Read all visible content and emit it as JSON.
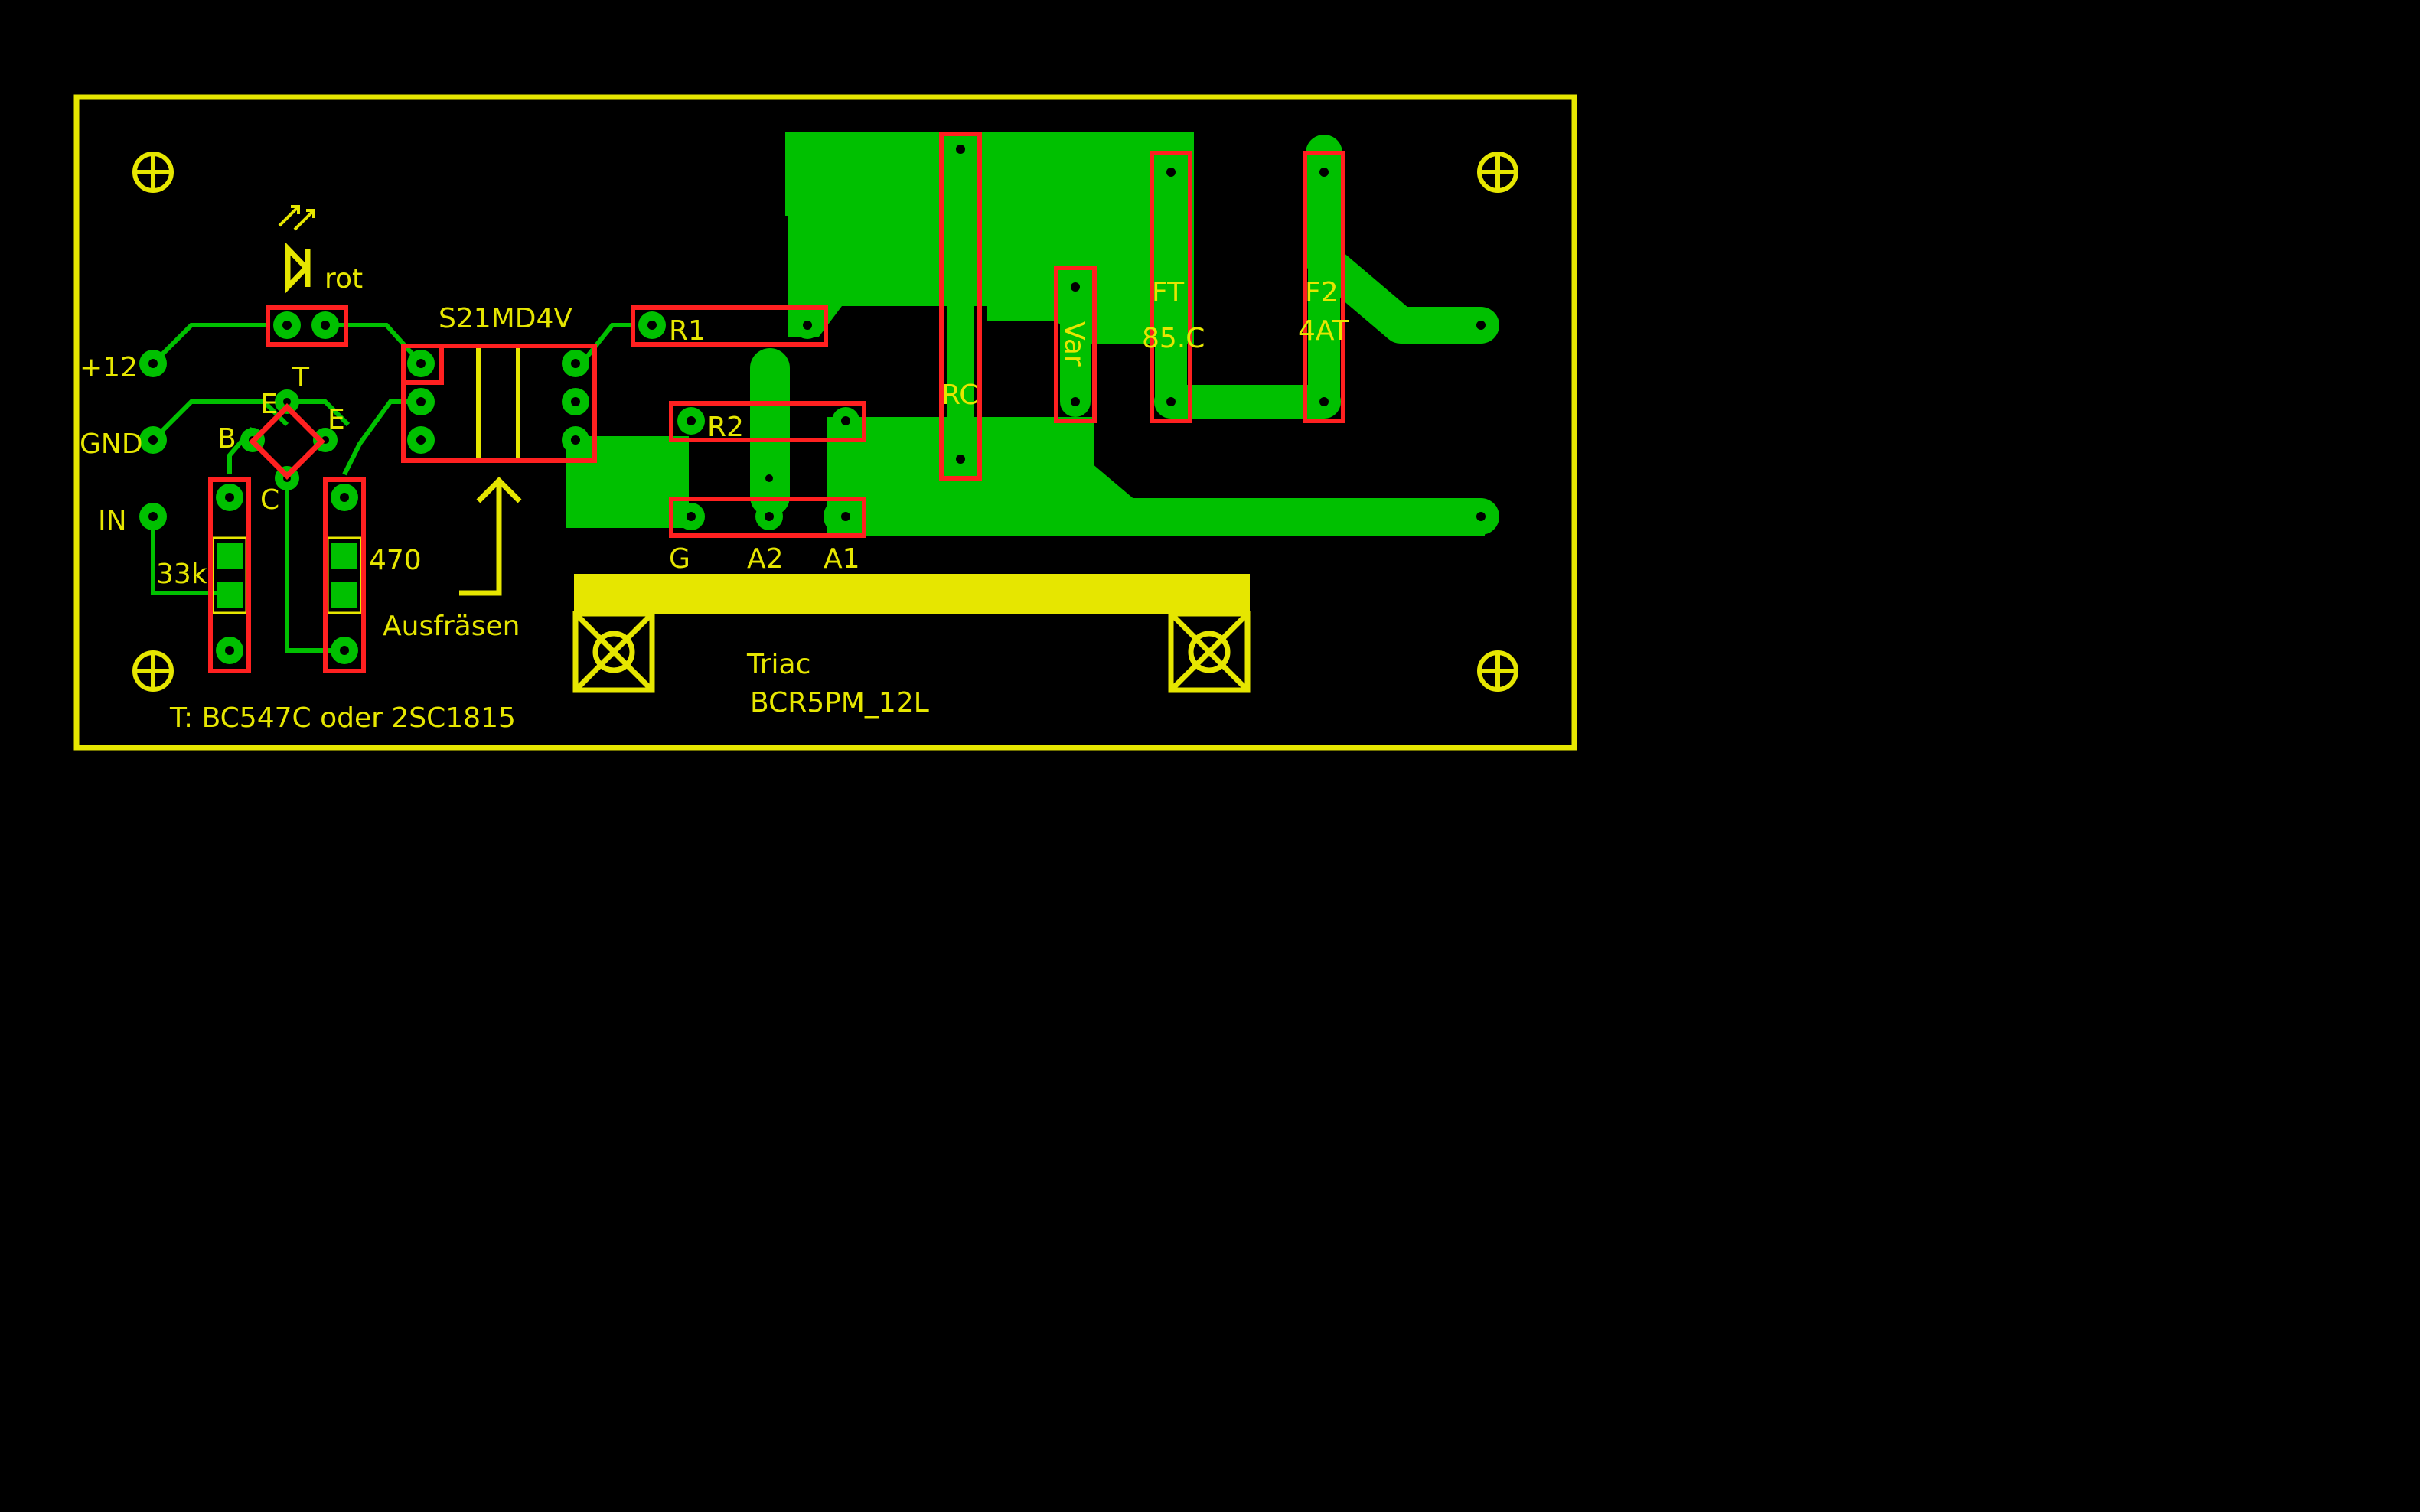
{
  "colors": {
    "background": "#000000",
    "copper": "#00c000",
    "silkscreen": "#e6e600",
    "keepout": "#ff2020"
  },
  "labels": {
    "led_name": "rot",
    "optocoupler": "S21MD4V",
    "transistor_ref": "T",
    "transistor_pin_e_left": "E",
    "transistor_pin_e_right": "E",
    "transistor_pin_b": "B",
    "transistor_pin_c": "C",
    "power_plus": "+12",
    "ground": "GND",
    "input": "IN",
    "resistor_33k": "33k",
    "resistor_470": "470",
    "mill_note": "Ausfräsen",
    "transistor_note": "T: BC547C oder 2SC1815",
    "r1": "R1",
    "r2": "R2",
    "triac_pin_g": "G",
    "triac_pin_a2": "A2",
    "triac_pin_a1": "A1",
    "rc": "RC",
    "varistor": "Var",
    "thermal_fuse": "FT",
    "thermal_fuse_temp": "85.C",
    "fuse": "F2",
    "fuse_rating": "4AT",
    "triac_label": "Triac",
    "triac_part": "BCR5PM_12L"
  },
  "icons": {
    "led": "led-diode-icon",
    "light_arrows": "light-emission-icon",
    "mounting_hole": "mounting-hole-icon",
    "heatsink_screw": "screw-cross-icon",
    "mill_arrow": "arrow-up-icon"
  }
}
